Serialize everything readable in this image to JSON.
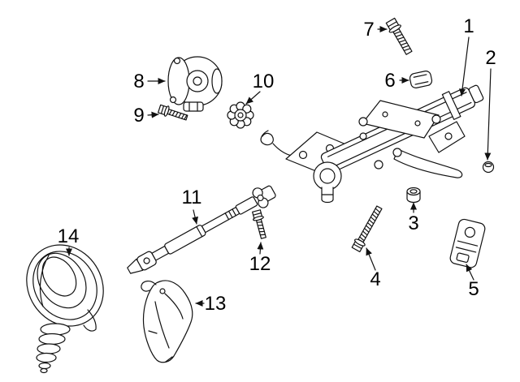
{
  "diagram": {
    "background_color": "#ffffff",
    "line_color": "#111111",
    "callouts": [
      {
        "label": "1"
      },
      {
        "label": "2"
      },
      {
        "label": "3"
      },
      {
        "label": "4"
      },
      {
        "label": "5"
      },
      {
        "label": "6"
      },
      {
        "label": "7"
      },
      {
        "label": "8"
      },
      {
        "label": "9"
      },
      {
        "label": "10"
      },
      {
        "label": "11"
      },
      {
        "label": "12"
      },
      {
        "label": "13"
      },
      {
        "label": "14"
      }
    ]
  }
}
